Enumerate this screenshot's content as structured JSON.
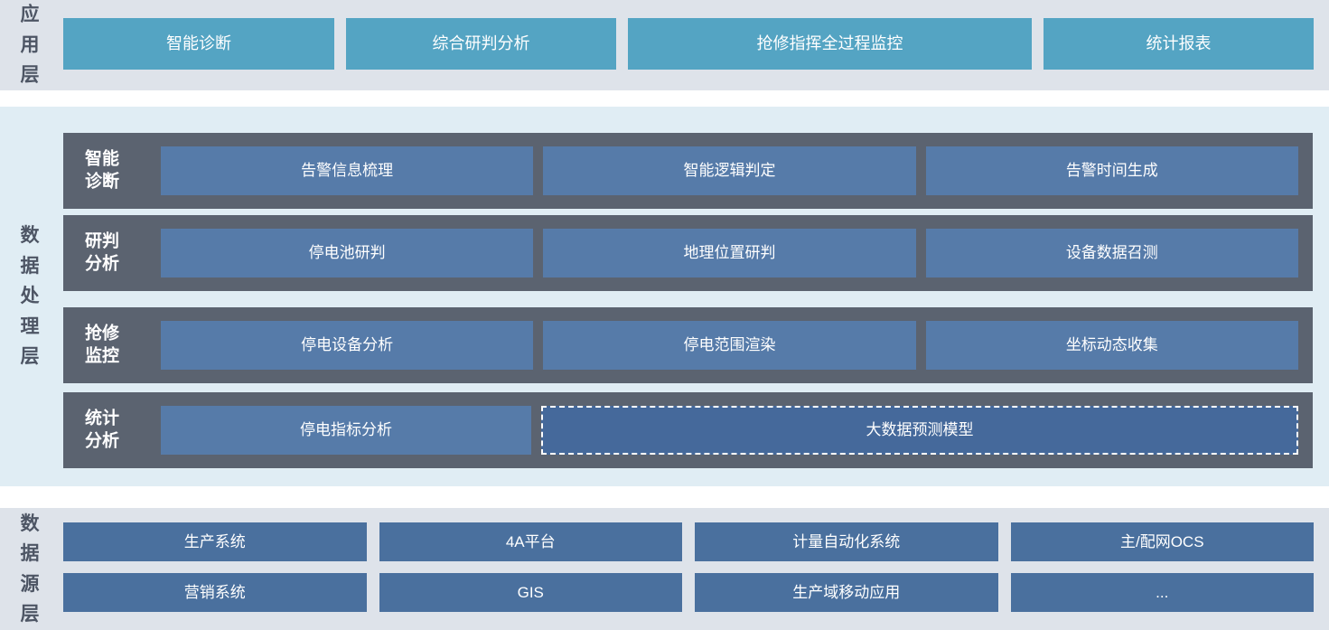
{
  "layers": {
    "application": {
      "label": "应用层",
      "buttons": [
        "智能诊断",
        "综合研判分析",
        "抢修指挥全过程监控",
        "统计报表"
      ]
    },
    "processing": {
      "label": "数据处理层",
      "rows": [
        {
          "label": "智能\n诊断",
          "boxes": [
            "告警信息梳理",
            "智能逻辑判定",
            "告警时间生成"
          ]
        },
        {
          "label": "研判\n分析",
          "boxes": [
            "停电池研判",
            "地理位置研判",
            "设备数据召测"
          ]
        },
        {
          "label": "抢修\n监控",
          "boxes": [
            "停电设备分析",
            "停电范围渲染",
            "坐标动态收集"
          ]
        },
        {
          "label": "统计\n分析",
          "boxes": [
            "停电指标分析"
          ],
          "dashed_box": "大数据预测模型"
        }
      ]
    },
    "datasource": {
      "label": "数据源层",
      "rows": [
        [
          "生产系统",
          "4A平台",
          "计量自动化系统",
          "主/配网OCS"
        ],
        [
          "营销系统",
          "GIS",
          "生产域移动应用",
          "..."
        ]
      ]
    }
  },
  "colors": {
    "strip_background": "#dee3ea",
    "processing_background": "#e0edf4",
    "application_button": "#54a4c3",
    "row_container": "#5b6370",
    "processing_box": "#567ba9",
    "dashed_box_fill": "#45699b",
    "datasource_box": "#4a709e",
    "layer_label_text": "#4d5564",
    "box_text": "#ffffff"
  }
}
